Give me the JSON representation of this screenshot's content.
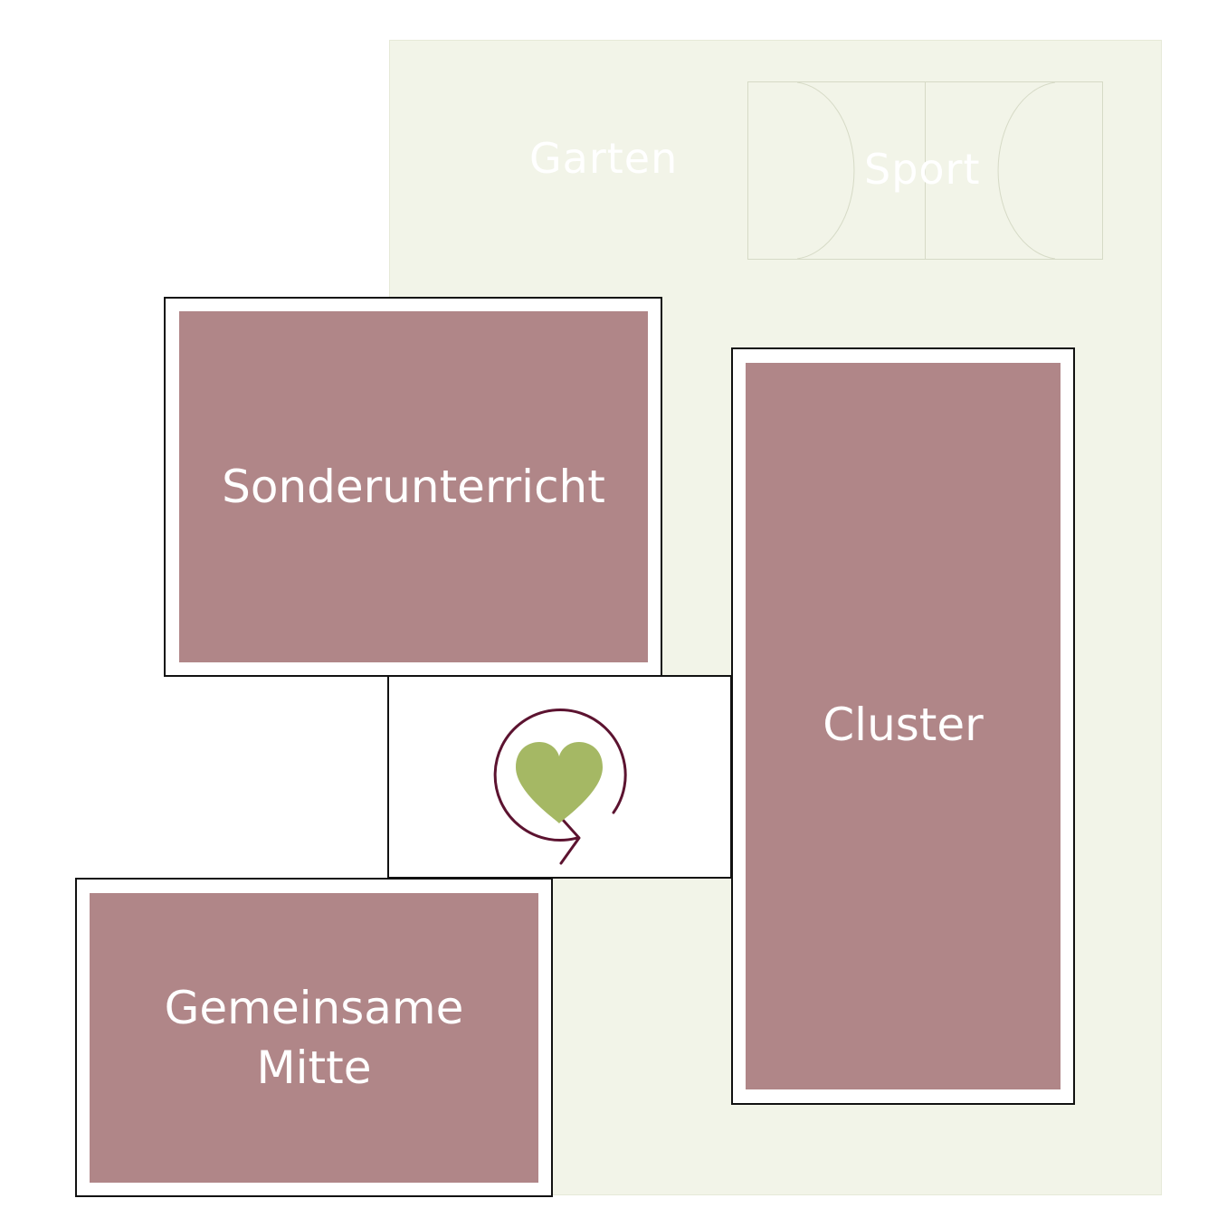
{
  "diagram": {
    "outdoor": {
      "garden_label": "Garten",
      "sport_label": "Sport"
    },
    "rooms": {
      "sonderunterricht": "Sonderunterricht",
      "cluster": "Cluster",
      "gemeinsame_mitte": "Gemeinsame\nMitte"
    },
    "center_icon": "heart-cycle-icon"
  },
  "colors": {
    "room_fill": "#b08688",
    "ground": "#f2f4e8",
    "heart": "#a5b864",
    "cycle_arrow": "#5c1330"
  }
}
